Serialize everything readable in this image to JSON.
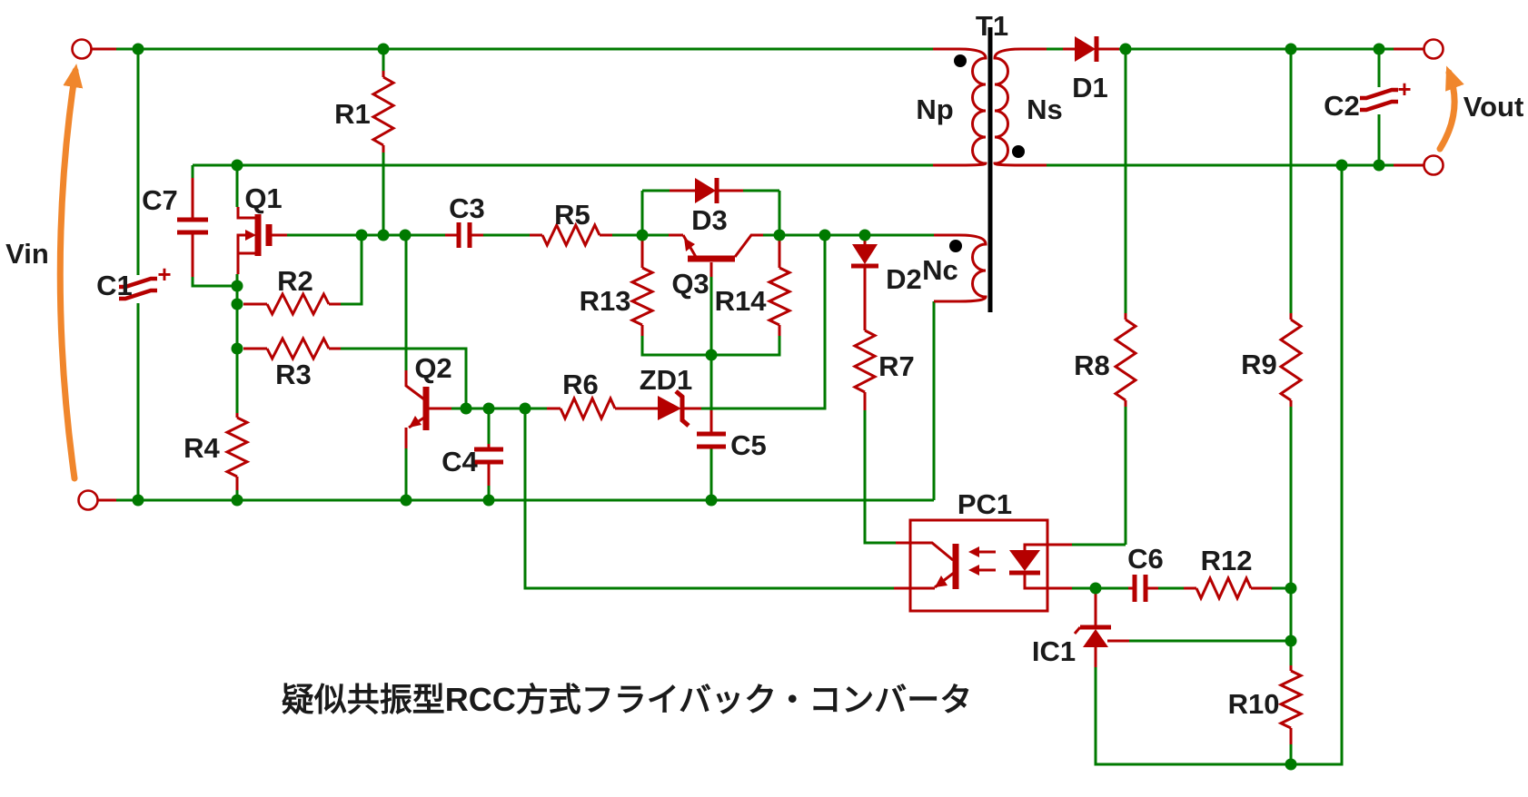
{
  "title": "疑似共振型RCC方式フライバック・コンバータ",
  "labels": {
    "vin": "Vin",
    "vout": "Vout",
    "t1": "T1",
    "np": "Np",
    "ns": "Ns",
    "nc": "Nc",
    "r1": "R1",
    "r2": "R2",
    "r3": "R3",
    "r4": "R4",
    "r5": "R5",
    "r6": "R6",
    "r7": "R7",
    "r8": "R8",
    "r9": "R9",
    "r10": "R10",
    "r12": "R12",
    "r13": "R13",
    "r14": "R14",
    "c1": "C1",
    "c2": "C2",
    "c3": "C3",
    "c4": "C4",
    "c5": "C5",
    "c6": "C6",
    "c7": "C7",
    "d1": "D1",
    "d2": "D2",
    "d3": "D3",
    "zd1": "ZD1",
    "q1": "Q1",
    "q2": "Q2",
    "q3": "Q3",
    "pc1": "PC1",
    "ic1": "IC1",
    "plus": "+"
  },
  "colors": {
    "wire": "#007A00",
    "component": "#B50000",
    "label": "#1A1A1A",
    "highlight": "#F0862C",
    "core": "#000000",
    "background": "#FFFFFF"
  }
}
